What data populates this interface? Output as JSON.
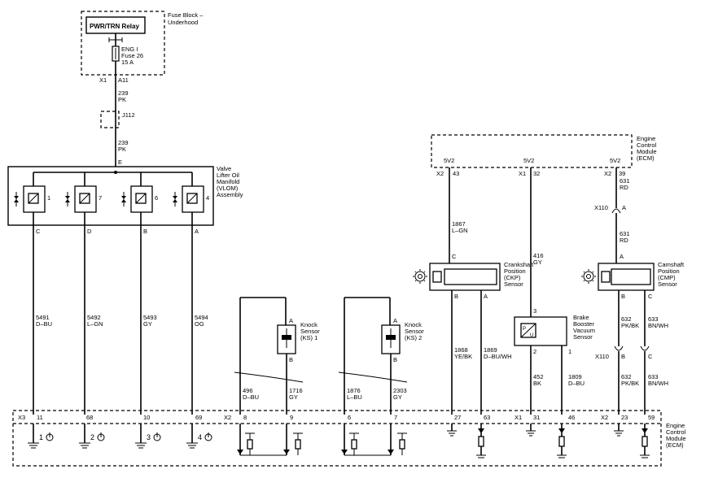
{
  "fuse_block": {
    "title": "Fuse Block –",
    "title2": "Underhood",
    "relay": "PWR/TRN Relay",
    "fuse_line1": "ENG I",
    "fuse_line2": "Fuse 26",
    "fuse_line3": "15 A",
    "connector": "X1",
    "pin": "A11"
  },
  "wire_239_top": {
    "circuit": "239",
    "color": "PK"
  },
  "splice": "J112",
  "wire_239_bottom": {
    "circuit": "239",
    "color": "PK"
  },
  "vlom": {
    "title1": "Valve",
    "title2": "Lifter Oil",
    "title3": "Manifold",
    "title4": "(VLOM)",
    "title5": "Assembly",
    "pin_top": "E",
    "solenoids": [
      "1",
      "7",
      "6",
      "4"
    ],
    "pins": [
      "C",
      "D",
      "B",
      "A"
    ]
  },
  "vlom_wires": [
    {
      "circuit": "5491",
      "color": "D–BU"
    },
    {
      "circuit": "5492",
      "color": "L–GN"
    },
    {
      "circuit": "5493",
      "color": "GY"
    },
    {
      "circuit": "5494",
      "color": "OG"
    }
  ],
  "knock1": {
    "t1": "Knock",
    "t2": "Sensor",
    "t3": "(KS) 1",
    "pin_a": "A",
    "pin_b": "B",
    "w1_circuit": "496",
    "w1_color": "D–BU",
    "w2_circuit": "1716",
    "w2_color": "GY"
  },
  "knock2": {
    "t1": "Knock",
    "t2": "Sensor",
    "t3": "(KS) 2",
    "pin_a": "A",
    "pin_b": "B",
    "w1_circuit": "1876",
    "w1_color": "L–BU",
    "w2_circuit": "2303",
    "w2_color": "GY"
  },
  "ecm_top": {
    "t1": "Engine",
    "t2": "Control",
    "t3": "Module",
    "t4": "(ECM)",
    "ref1": "5V2",
    "ref2": "5V2",
    "ref3": "5V2",
    "conn1": "X2",
    "pin1": "43",
    "conn2": "X1",
    "pin2": "32",
    "conn3": "X2",
    "pin3": "39"
  },
  "ckp": {
    "t1": "Crankshaft",
    "t2": "Position",
    "t3": "(CKP)",
    "t4": "Sensor",
    "pin_c": "C",
    "pin_b": "B",
    "pin_a": "A",
    "w_top_circuit": "1867",
    "w_top_color": "L–GN",
    "wb_circuit": "1868",
    "wb_color": "YE/BK",
    "wa_circuit": "1869",
    "wa_color": "D–BU/WH"
  },
  "brake": {
    "t1": "Brake",
    "t2": "Booster",
    "t3": "Vacuum",
    "t4": "Sensor",
    "pin3": "3",
    "pin2": "2",
    "pin1": "1",
    "w_top_circuit": "416",
    "w_top_color": "GY",
    "w2_circuit": "452",
    "w2_color": "BK",
    "w1_circuit": "1809",
    "w1_color": "D–BU"
  },
  "cmp": {
    "t1": "Camshaft",
    "t2": "Position",
    "t3": "(CMP)",
    "t4": "Sensor",
    "pin_a": "A",
    "pin_b": "B",
    "pin_c": "C",
    "w_top_circuit": "631",
    "w_top_color": "RD",
    "w_mid_circuit": "631",
    "w_mid_color": "RD",
    "x110_top": "X110",
    "x110_top_pin": "A",
    "x110_bot": "X110",
    "x110_bot_pin_b": "B",
    "x110_bot_pin_c": "C",
    "wb1_circuit": "632",
    "wb1_color": "PK/BK",
    "wc1_circuit": "633",
    "wc1_color": "BN/WH",
    "wb2_circuit": "632",
    "wb2_color": "PK/BK",
    "wc2_circuit": "633",
    "wc2_color": "BN/WH"
  },
  "ecm_bottom": {
    "t1": "Engine",
    "t2": "Control",
    "t3": "Module",
    "t4": "(ECM)",
    "x3": "X3",
    "p11": "11",
    "p68": "68",
    "p10": "10",
    "p69": "69",
    "x2a": "X2",
    "p8a": "8",
    "p9": "9",
    "p6": "6",
    "p7": "7",
    "p27": "27",
    "p63": "63",
    "x1": "X1",
    "p31": "31",
    "p46": "46",
    "x2b": "X2",
    "p23": "23",
    "p59": "59",
    "drv1": "1",
    "drv2": "2",
    "drv3": "3",
    "drv4": "4"
  }
}
